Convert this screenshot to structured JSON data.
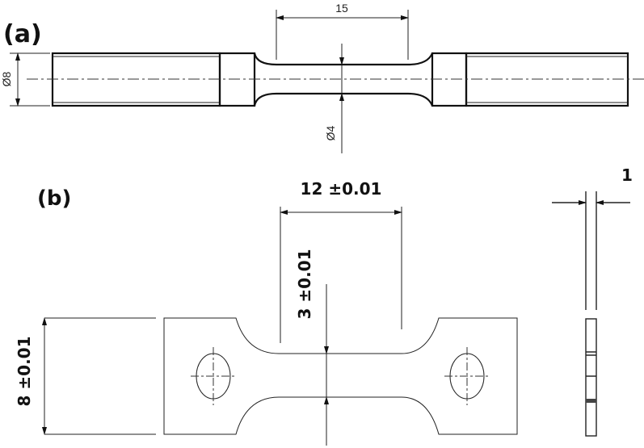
{
  "labels": {
    "a": "(a)",
    "b": "(b)"
  },
  "part_a": {
    "gauge_length": "15",
    "outer_diameter": "Ø8",
    "gauge_diameter": "Ø4"
  },
  "part_b": {
    "gauge_length": "12 ±0.01",
    "gauge_width": "3 ±0.01",
    "grip_width": "8 ±0.01",
    "thickness": "1"
  }
}
